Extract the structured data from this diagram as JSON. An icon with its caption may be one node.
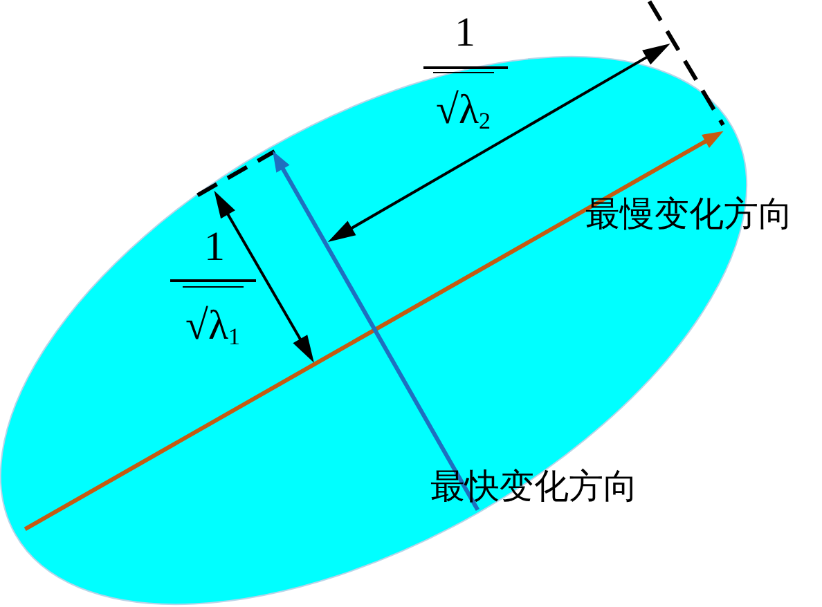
{
  "diagram": {
    "labels": [
      "1",
      "√λ$_{2}$",
      "最慢变化方向",
      "1",
      "√λ$_{1}$",
      "最快变化方向"
    ]
  }
}
